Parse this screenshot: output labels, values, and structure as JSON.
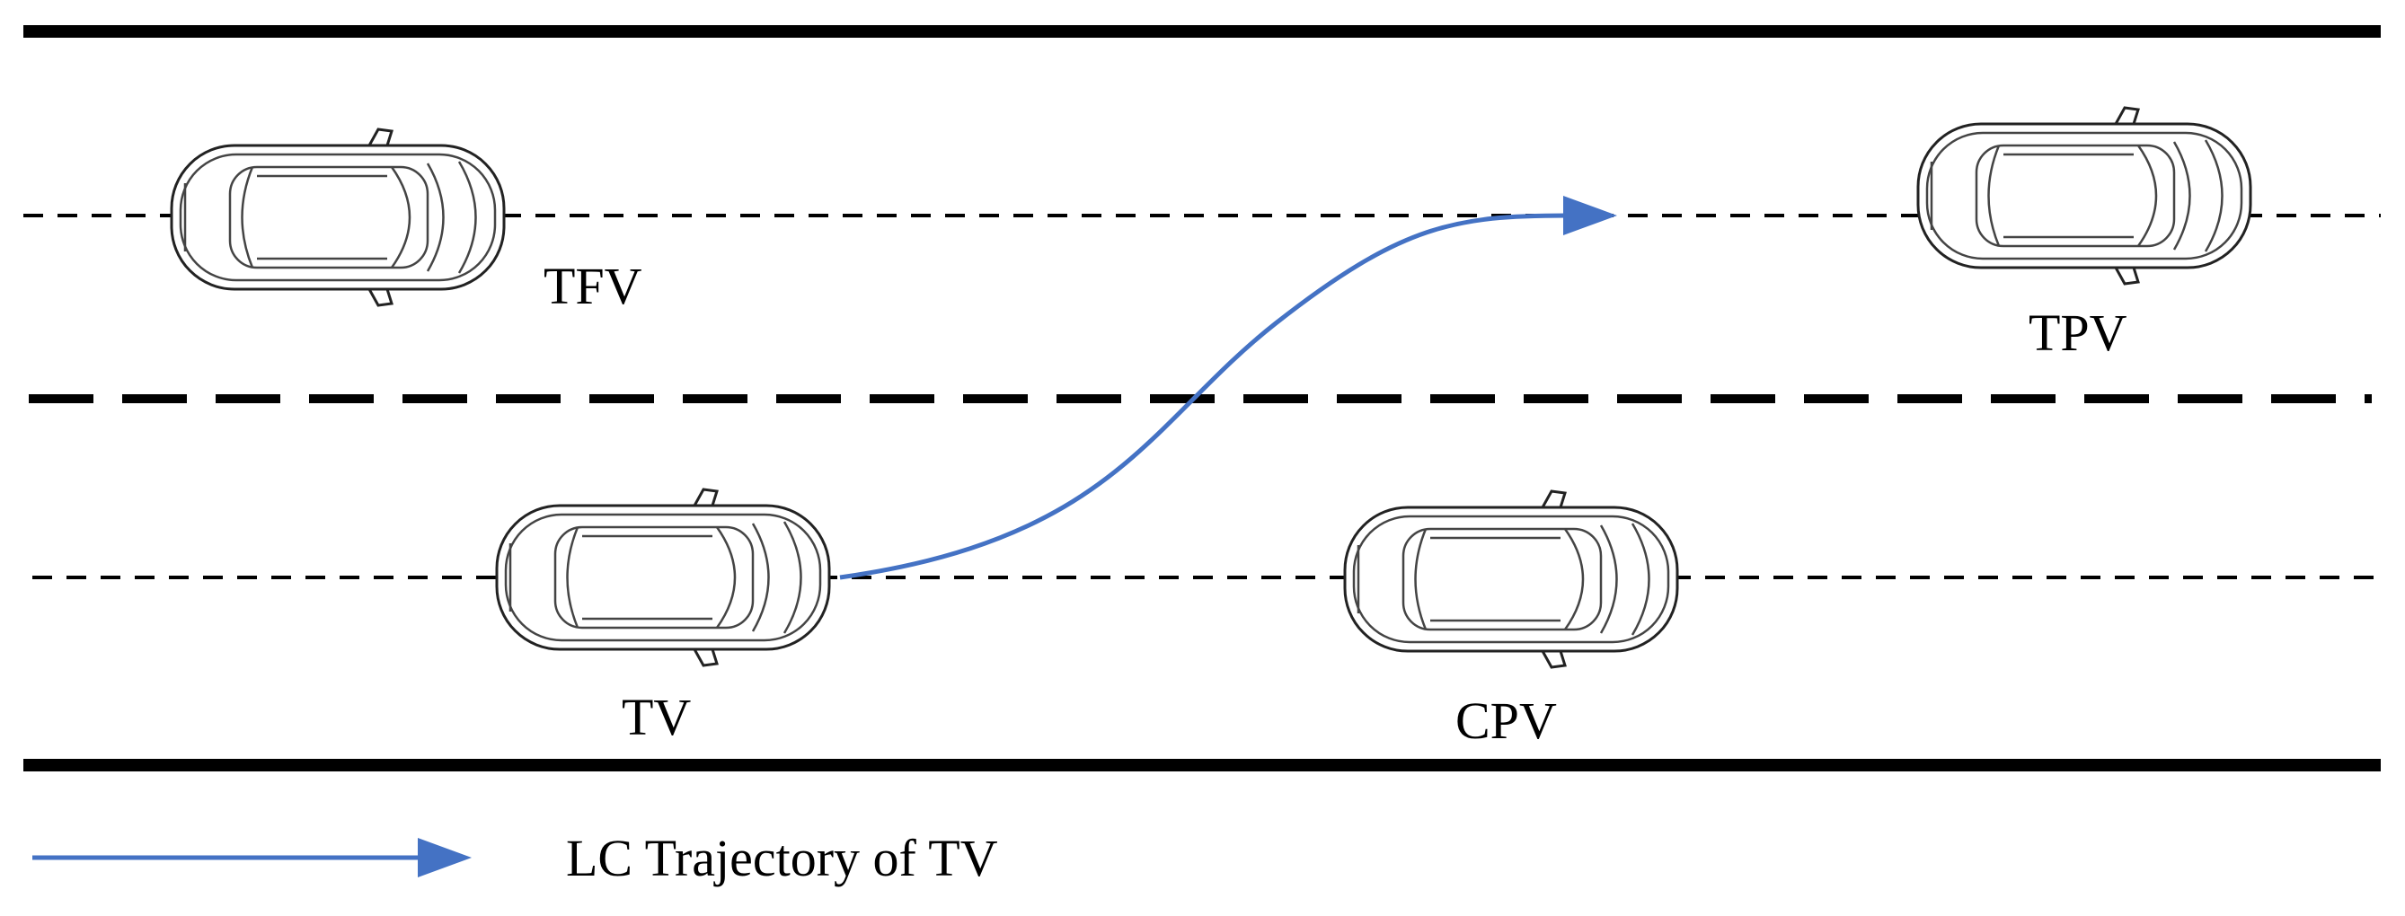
{
  "vehicles": {
    "tfv": {
      "label": "TFV"
    },
    "tpv": {
      "label": "TPV"
    },
    "tv": {
      "label": "TV"
    },
    "cpv": {
      "label": "CPV"
    }
  },
  "legend": {
    "label": "LC Trajectory of TV"
  },
  "colors": {
    "trajectory": "#4472C4",
    "road": "#000000",
    "background": "#ffffff"
  }
}
